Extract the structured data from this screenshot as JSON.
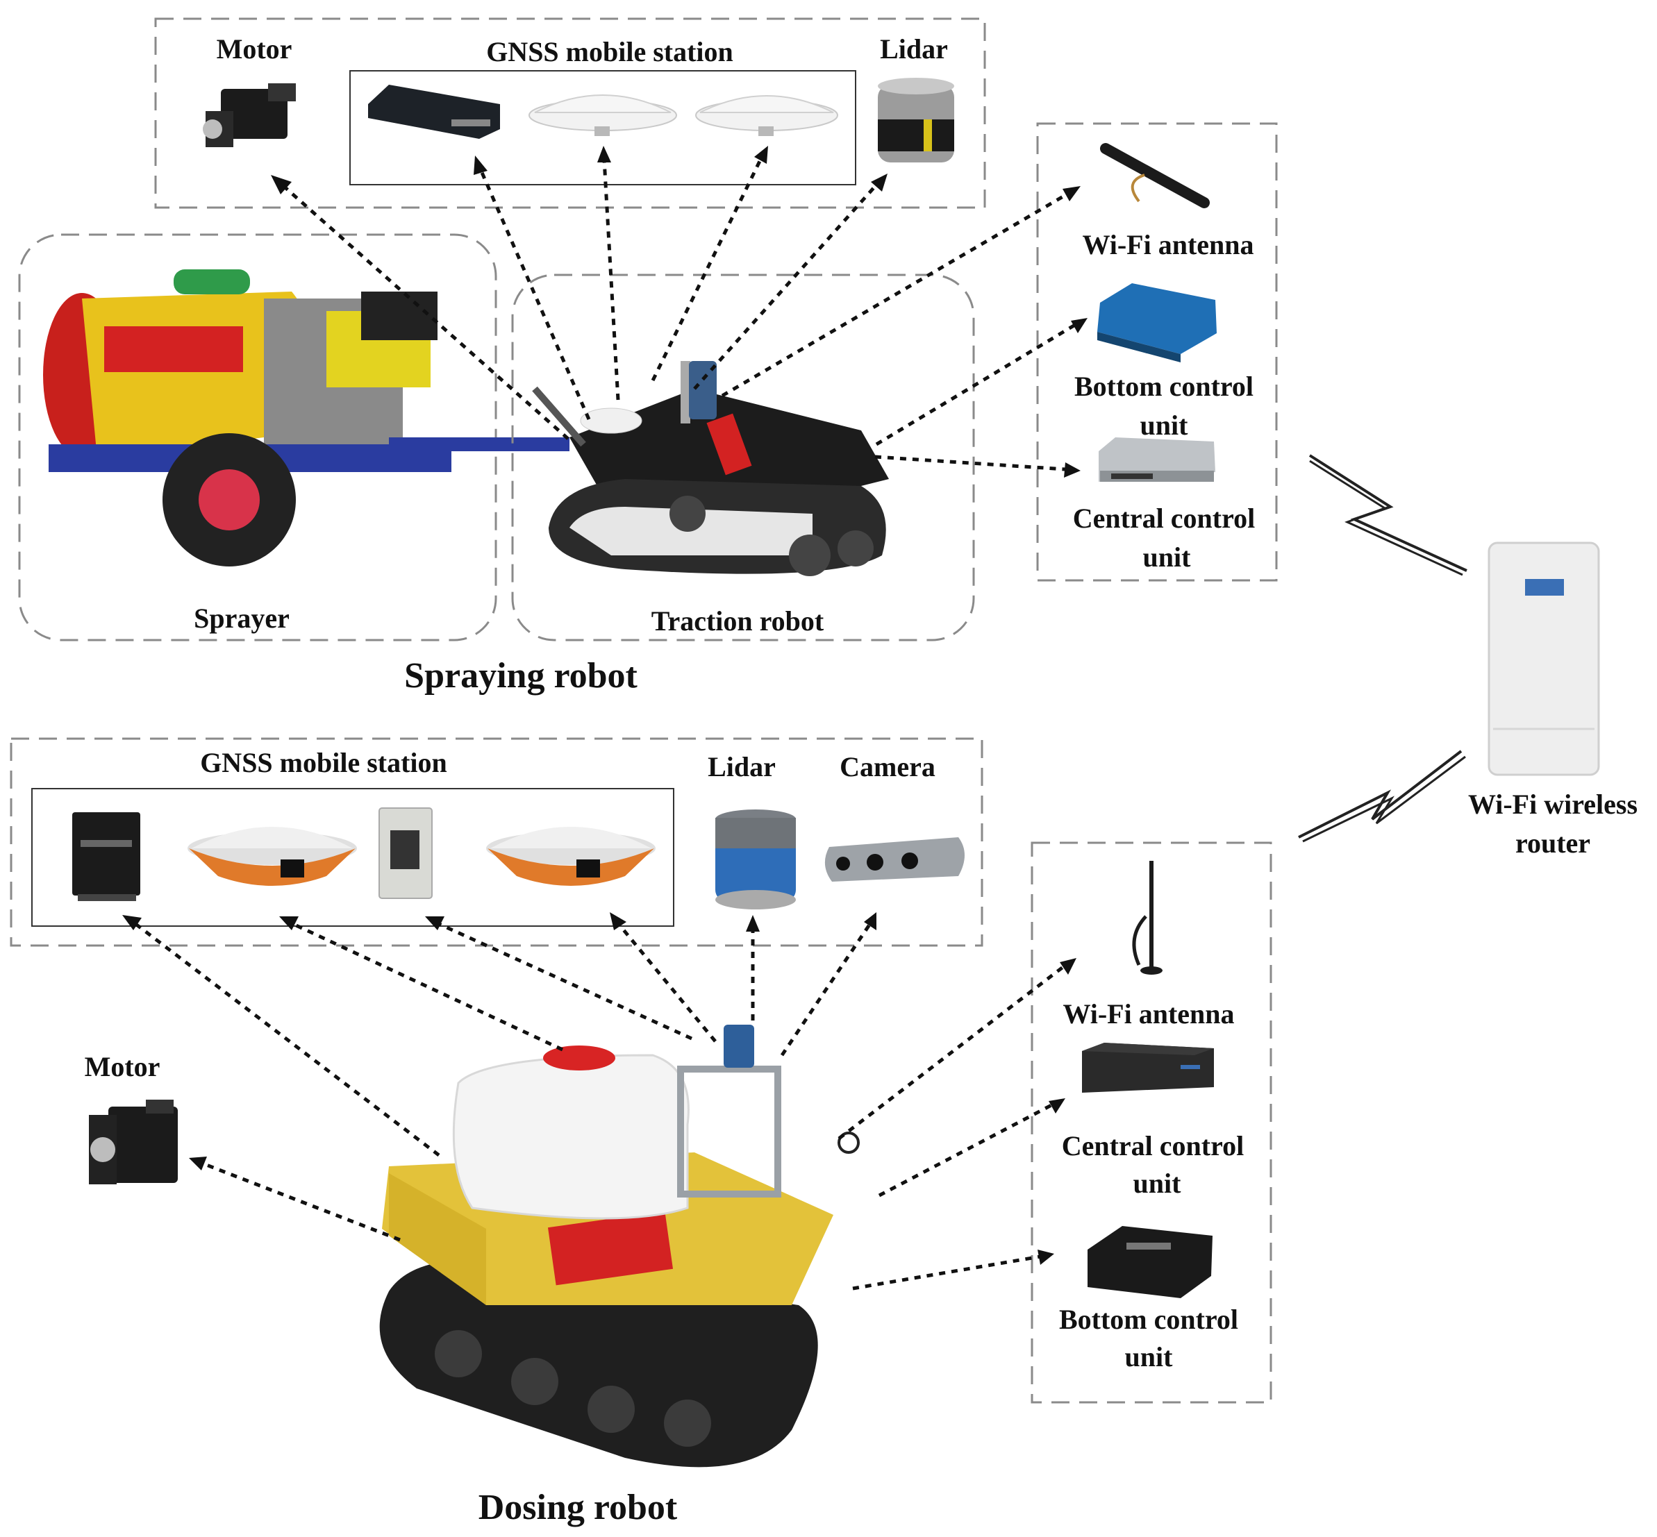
{
  "spraying_robot": {
    "title": "Spraying robot",
    "sprayer_label": "Sprayer",
    "traction_label": "Traction robot",
    "sensors": {
      "motor_label": "Motor",
      "gnss_label": "GNSS mobile station",
      "lidar_label": "Lidar"
    },
    "controllers": {
      "wifi_antenna_label": "Wi-Fi antenna",
      "bottom_control_line1": "Bottom control",
      "bottom_control_line2": "unit",
      "central_control_line1": "Central control",
      "central_control_line2": "unit"
    }
  },
  "router": {
    "line1": "Wi-Fi wireless",
    "line2": "router"
  },
  "dosing_robot": {
    "title": "Dosing robot",
    "motor_label": "Motor",
    "sensors": {
      "gnss_label": "GNSS mobile station",
      "lidar_label": "Lidar",
      "camera_label": "Camera"
    },
    "controllers": {
      "wifi_antenna_label": "Wi-Fi antenna",
      "central_control_line1": "Central control",
      "central_control_line2": "unit",
      "bottom_control_line1": "Bottom control",
      "bottom_control_line2": "unit"
    }
  },
  "colors": {
    "sprayer_tank": "#e8c21c",
    "sprayer_fan": "#c8201c",
    "robot_body": "#1c1c1c",
    "gnss_orange": "#e07a2a",
    "controller_blue": "#1f6fb5",
    "banner_red": "#d32222"
  }
}
